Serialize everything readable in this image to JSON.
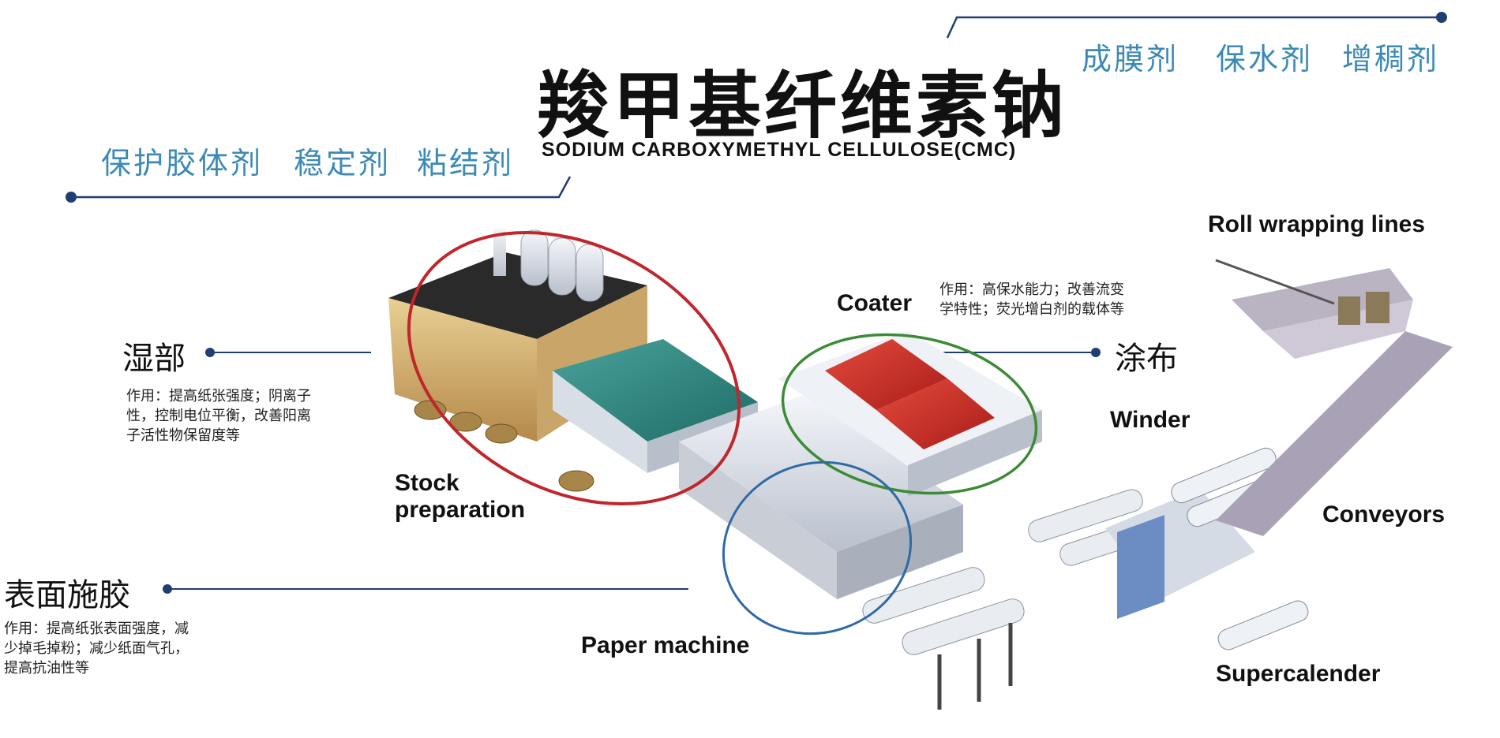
{
  "title": {
    "cn": "羧甲基纤维素钠",
    "en": "SODIUM CARBOXYMETHYL CELLULOSE(CMC)"
  },
  "taglines": {
    "top_right": [
      "成膜剂",
      "保水剂",
      "增稠剂"
    ],
    "left": [
      "保护胶体剂",
      "稳定剂",
      "粘结剂"
    ]
  },
  "callouts": {
    "wet_end": {
      "label": "湿部",
      "desc": [
        "作用：提高纸张强度；阴离子",
        "性，控制电位平衡，改善阳离",
        "子活性物保留度等"
      ]
    },
    "coating": {
      "label": "涂布",
      "desc": [
        "作用：高保水能力；改善流变",
        "学特性；荧光增白剂的载体等"
      ]
    },
    "surface_sizing": {
      "label": "表面施胶",
      "desc": [
        "作用：提高纸张表面强度，减",
        "少掉毛掉粉；减少纸面气孔，",
        "提高抗油性等"
      ]
    }
  },
  "stations": {
    "stock_preparation": [
      "Stock",
      "preparation"
    ],
    "coater": "Coater",
    "winder": "Winder",
    "paper_machine": "Paper machine",
    "roll_wrapping": "Roll wrapping lines",
    "conveyors": "Conveyors",
    "supercalender": "Supercalender"
  },
  "colors": {
    "tagline_blue": "#3b8ab6",
    "line_navy": "#1f3f72",
    "wet_end_ring": "#c0262b",
    "coater_ring": "#3d8b37",
    "paper_machine_ring": "#2f6aa6"
  }
}
